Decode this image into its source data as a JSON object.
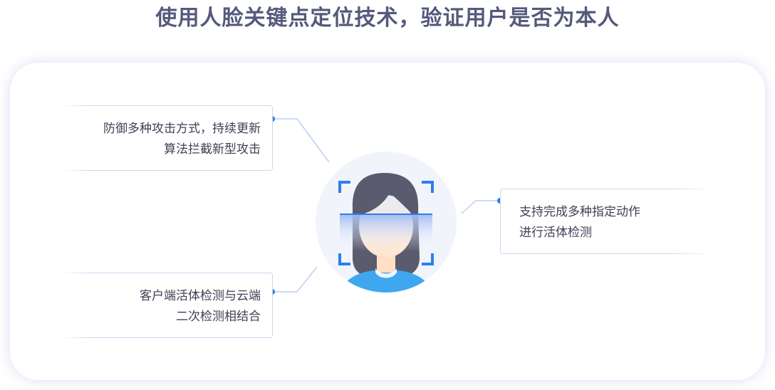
{
  "header": {
    "title": "使用人脸关键点定位技术，验证用户是否为本人"
  },
  "features": {
    "attack_defense": {
      "line1": "防御多种攻击方式，持续更新",
      "line2": "算法拦截新型攻击"
    },
    "liveness_action": {
      "line1": "支持完成多种指定动作",
      "line2": "进行活体检测"
    },
    "client_cloud": {
      "line1": "客户端活体检测与云端",
      "line2": "二次检测相结合"
    }
  },
  "colors": {
    "title": "#55597a",
    "text": "#3e4056",
    "accent_blue": "#2f7df0",
    "card_border": "#c9d7ef",
    "hair": "#5a5b6e",
    "shirt": "#3fa7f0"
  },
  "icons": {
    "face": "face-avatar-icon",
    "scan_frame": "scan-frame-icon"
  }
}
